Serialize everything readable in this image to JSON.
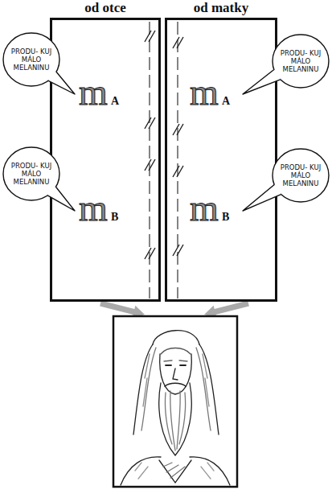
{
  "diagram": {
    "nodes": [
      {
        "text": [
          "od otce"
        ]
      },
      {
        "text": [
          "od matky"
        ]
      },
      {
        "text": [
          "PRODU- KUJ MÁLO MELANINU"
        ]
      },
      {
        "text": [
          "PRODU- KUJ MÁLO MELANINU"
        ]
      },
      {
        "text": [
          "PRODU- KUJ MÁLO MELANINU"
        ]
      },
      {
        "text": [
          "PRODU- KUJ MÁLO MELANINU"
        ]
      }
    ],
    "labels": [
      "m",
      "A",
      "m",
      "A",
      "m",
      "B",
      "m",
      "B"
    ]
  }
}
